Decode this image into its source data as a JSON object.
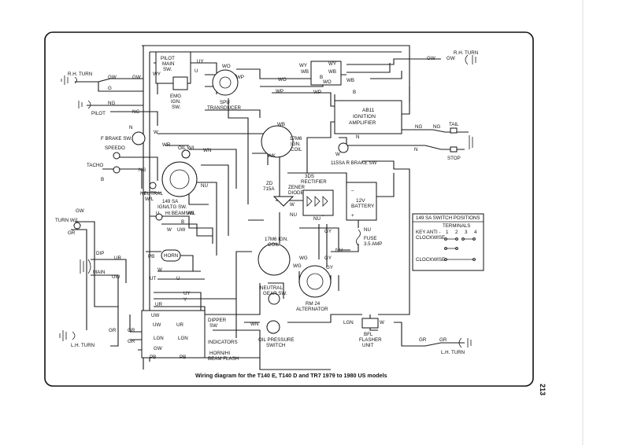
{
  "caption": "Wiring diagram for the T140 E, T140 D and TR7 1979 to 1980 US models",
  "page_number": "213",
  "components": {
    "rh_turn_left": "R.H. TURN",
    "rh_turn_right": "R.H. TURN",
    "pilot": "PILOT",
    "pilot_main_sw": [
      "PILOT",
      "MAIN",
      "SW."
    ],
    "emg_ign_sw": [
      "EMG",
      "IGN.",
      "SW."
    ],
    "spu_transducer": [
      "SPU",
      "TRANSDUCER"
    ],
    "ignition_amplifier": [
      "AB11",
      "IGNITION",
      "AMPLIFIER"
    ],
    "tail": "TAIL",
    "stop": "STOP",
    "rear_brake_sw": "115SA R BRAKE SW",
    "f_brake_sw": "F BRAKE SW.",
    "speedo": "SPEEDO",
    "tacho": "TACHO",
    "oil_wl": "OIL W/L",
    "neutral_wl": [
      "NEUTRAL",
      "W/L"
    ],
    "ign_ltg_sw": [
      "149 SA",
      "IGN/LTG SW."
    ],
    "ign_coil_top": [
      "17M6",
      "IGN.",
      "COIL"
    ],
    "zd_715a": [
      "ZD",
      "715A"
    ],
    "rectifier": [
      "3DS",
      "RECTIFIER"
    ],
    "zener_diode": [
      "ZENER",
      "DIODE"
    ],
    "battery": [
      "12V",
      "BATTERY"
    ],
    "fuse": [
      "FUSE",
      "3.5 AMP"
    ],
    "turn_wl": "TURN W/L",
    "hi_beam_wl": "HI BEAM W/L",
    "dip": "DIP",
    "main": "MAIN",
    "horn": "HORN",
    "ign_coil_bottom": [
      "17M6 IGN.",
      "COIL"
    ],
    "neutral_gear_sw": [
      "NEUTRAL",
      "GEAR SW."
    ],
    "alternator": [
      "RM 24",
      "ALTERNATOR"
    ],
    "dipper_sw": [
      "DIPPER",
      "SW"
    ],
    "indicators": "INDICATORS",
    "horn_hi_beam_flash": [
      "HORN/HI",
      "BEAM FLASH"
    ],
    "oil_pressure_switch": [
      "OIL PRESSURE",
      "SWITCH"
    ],
    "flasher_unit": [
      "BFL",
      "FLASHER",
      "UNIT"
    ],
    "lh_turn_left": "L.H. TURN",
    "lh_turn_right": "L.H. TURN"
  },
  "switch_table": {
    "title": "149 SA SWITCH POSITIONS",
    "terminals_label": "TERMINALS",
    "terminal_numbers": [
      "1",
      "2",
      "3",
      "4"
    ],
    "row1_label": [
      "KEY ANTI -",
      "CLOCKWISE"
    ],
    "row2_label": "CLOCKWISE"
  },
  "wire_codes": {
    "gw": "GW",
    "g": "G",
    "ng": "NG",
    "n": "N",
    "w": "W",
    "wn": "WN",
    "r": "R",
    "b": "B",
    "u": "U",
    "uy": "UY",
    "ur": "UR",
    "uw": "UW",
    "wy": "WY",
    "wo": "WO",
    "wp": "WP",
    "wb": "WB",
    "wk": "WK",
    "wg": "WG",
    "gr": "GR",
    "gy": "GY",
    "pb": "PB",
    "lgn": "LGN",
    "nu": "NU",
    "y": "Y",
    "ut": "UT",
    "bw": "BW",
    "bfl": "BFL",
    "wr": "WR"
  }
}
